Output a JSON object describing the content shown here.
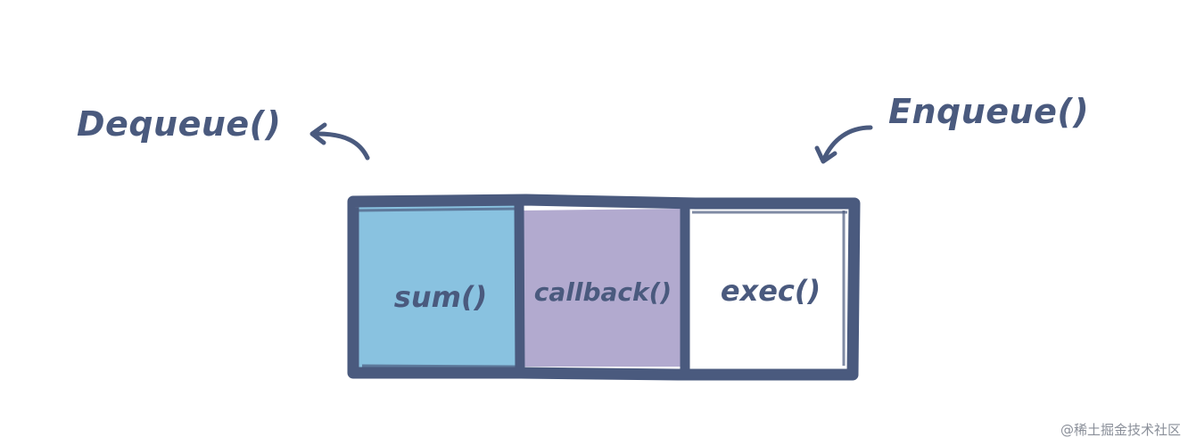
{
  "labels": {
    "dequeue": "Dequeue()",
    "enqueue": "Enqueue()"
  },
  "queue": {
    "cells": [
      {
        "label": "sum()",
        "fill": "#89c2e0"
      },
      {
        "label": "callback()",
        "fill": "#b2aacf"
      },
      {
        "label": "exec()",
        "fill": "#ffffff"
      }
    ]
  },
  "colors": {
    "outline": "#4a5a7e",
    "text": "#4a5a7e"
  },
  "watermark": "@稀土掘金技术社区"
}
